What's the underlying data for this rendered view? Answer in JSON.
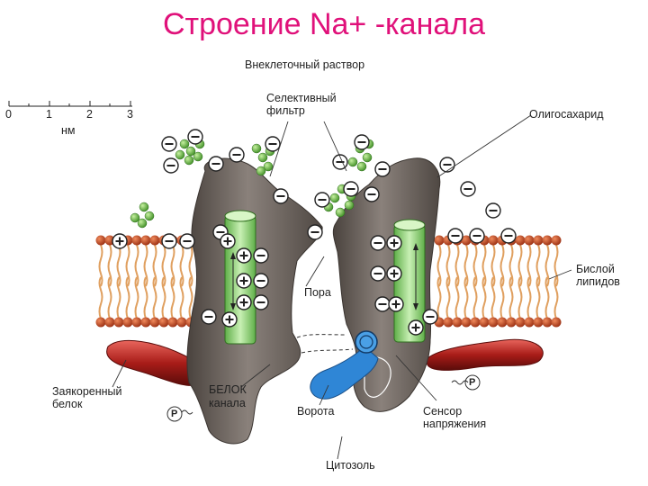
{
  "title": "Строение Na+ -канала",
  "scale": {
    "ticks": [
      "0",
      "1",
      "2",
      "3"
    ],
    "unit": "нм"
  },
  "labels": {
    "extracellular": "Внеклеточный раствор",
    "selective_filter": [
      "Селективный",
      "фильтр"
    ],
    "oligosaccharide": "Олигосахарид",
    "lipid_bilayer": [
      "Бислой",
      "липидов"
    ],
    "pore": "Пора",
    "anchored_protein": [
      "Заякоренный",
      "белок"
    ],
    "channel_protein": [
      "БЕЛОК",
      "канала"
    ],
    "gate": "Ворота",
    "voltage_sensor": [
      "Сенсор",
      "напряжения"
    ],
    "cytosol": "Цитозоль",
    "phosphate_left": "P",
    "phosphate_right": "P"
  },
  "colors": {
    "title": "#e0117a",
    "protein": "#6b625c",
    "helix": "#8fd17a",
    "lipid_head": "#b8431f",
    "lipid_tail": "#e59a5a",
    "oligosaccharide": "#5fae3a",
    "gate": "#2f86d6",
    "anchor_protein": "#a11a18"
  }
}
